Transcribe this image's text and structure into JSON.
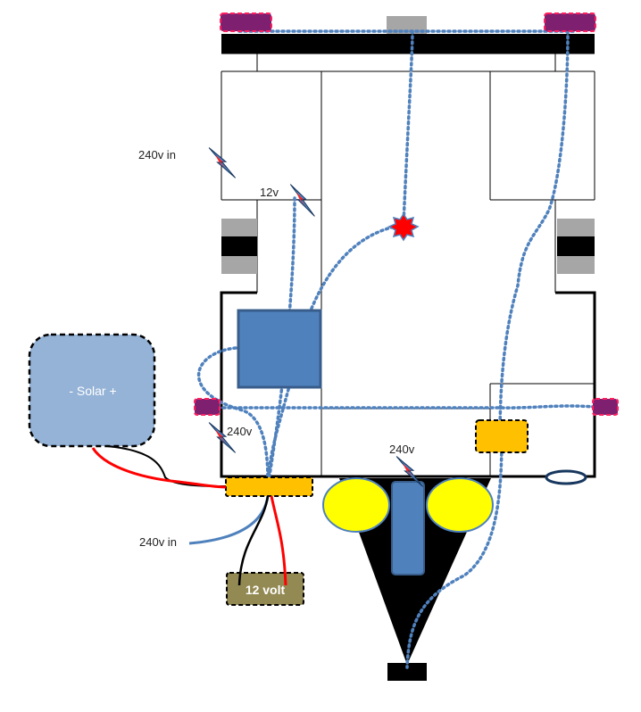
{
  "labels": {
    "solar": "-  Solar  +",
    "battery": "12 volt",
    "mains_in_top": "240v in",
    "mains_in_bottom": "240v in",
    "twelve_v": "12v",
    "outlet_left": "240v",
    "outlet_front": "240v"
  },
  "colors": {
    "wire_dotted": "#4f81bd",
    "tail_light": "#7f1f6f",
    "tail_light_border": "#ff2060",
    "junction_box": "#ffc000",
    "solar_panel": "#95b3d7",
    "battery": "#938953",
    "fridge_box": "#4f81bd",
    "gas_bottle": "#ffff00",
    "light_star": "#ff0000",
    "bolt_fill": "#4f81bd",
    "bolt_core": "#ff2020",
    "outline": "#000000",
    "cable_positive": "#ff0000",
    "cable_negative": "#000000",
    "mains_cable": "#4f81bd"
  },
  "icons": [
    "lightning-bolt-icon",
    "star-light-icon"
  ]
}
